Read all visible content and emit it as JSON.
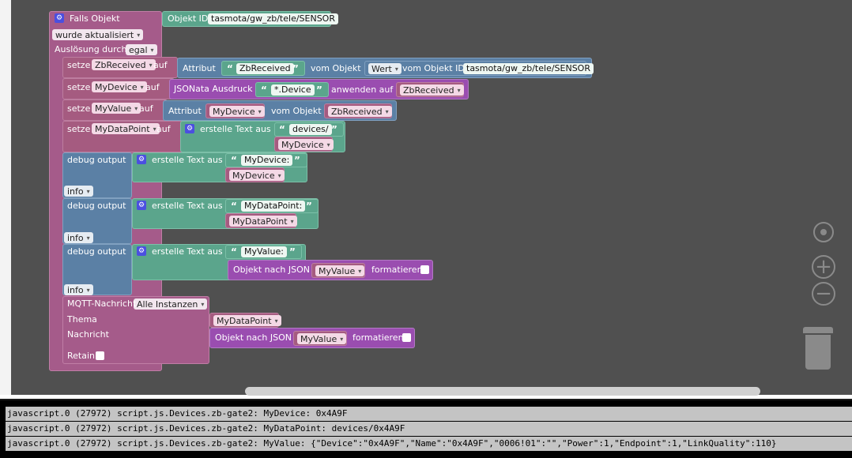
{
  "event_block": {
    "title": "Falls Objekt",
    "objekt_id_label": "Objekt ID",
    "objekt_id_value": "tasmota/gw_zb/tele/SENSOR",
    "trigger_mode": "wurde aktualisiert",
    "ausloesung_label": "Auslösung durch",
    "ausloesung_value": "egal"
  },
  "setze_label": "setze",
  "auf_label": "auf",
  "attribut_label": "Attribut",
  "vom_objekt_label": "vom Objekt",
  "vom_objekt_id_label": "vom Objekt ID",
  "erstelle_text_label": "erstelle Text aus",
  "debug_label": "debug output",
  "objekt_nach_json_label": "Objekt nach JSON",
  "formatieren_label": "formatieren",
  "set1": {
    "variable": "ZbReceived",
    "attribute_text": "ZbReceived",
    "value_select": "Wert",
    "object_id": "tasmota/gw_zb/tele/SENSOR"
  },
  "set2": {
    "variable": "MyDevice",
    "jsonata_label": "JSONata Ausdruck",
    "expression": "*.Device",
    "anwenden_label": "anwenden auf",
    "target_var": "ZbReceived"
  },
  "set3": {
    "variable": "MyValue",
    "attr_var": "MyDevice",
    "object_var": "ZbReceived"
  },
  "set4": {
    "variable": "MyDataPoint",
    "text1": "devices/",
    "text2_var": "MyDevice"
  },
  "debug1": {
    "text": "MyDevice:",
    "var": "MyDevice",
    "level": "info"
  },
  "debug2": {
    "text": "MyDataPoint:",
    "var": "MyDataPoint",
    "level": "info"
  },
  "debug3": {
    "text": "MyValue:",
    "var": "MyValue",
    "level": "info"
  },
  "mqtt": {
    "title": "MQTT-Nachricht",
    "instance": "Alle Instanzen",
    "thema_label": "Thema",
    "thema_var": "MyDataPoint",
    "nachricht_label": "Nachricht",
    "nachricht_var": "MyValue",
    "retain_label": "Retain"
  },
  "log_lines": [
    "javascript.0 (27972) script.js.Devices.zb-gate2: MyDevice: 0x4A9F",
    "javascript.0 (27972) script.js.Devices.zb-gate2: MyDataPoint: devices/0x4A9F",
    "javascript.0 (27972) script.js.Devices.zb-gate2: MyValue: {\"Device\":\"0x4A9F\",\"Name\":\"0x4A9F\",\"0006!01\":\"\",\"Power\":1,\"Endpoint\":1,\"LinkQuality\":110}"
  ],
  "icons": {
    "gear": "⚙",
    "dropdown_arrow": "▾",
    "open_quote": "“",
    "close_quote": "”",
    "zoom_in": "+",
    "zoom_out": "−"
  },
  "colors": {
    "workspace": "#505050",
    "event": "#a55b8a",
    "text": "#5ba58c",
    "object": "#5b80a5",
    "json": "#9a4db0"
  }
}
